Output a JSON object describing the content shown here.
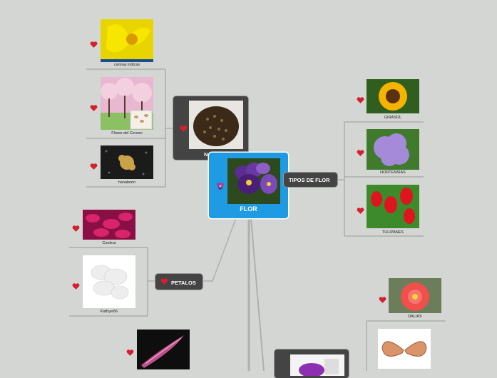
{
  "central": {
    "label": "FLOR"
  },
  "branches": {
    "tipos": {
      "label": "TIPOS DE FLOR"
    },
    "petalos": {
      "label": "PETALOS"
    },
    "semillas": {
      "label": "N"
    }
  },
  "subtopics": {
    "cannas": "cannas indicas",
    "cerezo": "Flores del Cerezo",
    "hanabenn": "hanabenn",
    "girasol": "GIRASOL",
    "hortensias": "HORTENSIAS",
    "tulipanes": "TULIPANES",
    "couleur": "Couleur",
    "kathyw": "Kathyw56",
    "dalias": "DALIAS"
  },
  "colors": {
    "background": "#d3d6d3",
    "central": "#1e9be3",
    "topic": "#444444",
    "heart": "#d4202e"
  }
}
